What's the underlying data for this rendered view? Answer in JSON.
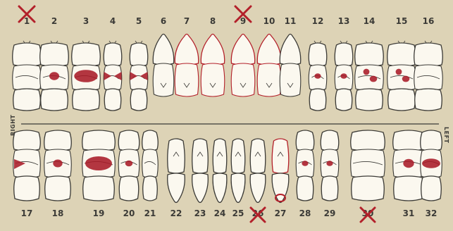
{
  "side_labels": {
    "right": "RIGHT",
    "left": "LEFT"
  },
  "colors": {
    "paper": "#ddd3b6",
    "ink": "#3b3a36",
    "tooth_fill": "#fbf8ef",
    "pencil_red": "#b3202a",
    "filling_red": "#a81a28"
  },
  "upper_teeth": [
    {
      "number": "1",
      "type": "molar",
      "extracted": true,
      "outline_marked": false,
      "filling": "none"
    },
    {
      "number": "2",
      "type": "molar",
      "extracted": false,
      "outline_marked": false,
      "filling": "occlusal"
    },
    {
      "number": "3",
      "type": "molar",
      "extracted": false,
      "outline_marked": false,
      "filling": "large"
    },
    {
      "number": "4",
      "type": "premolar",
      "extracted": false,
      "outline_marked": false,
      "filling": "mesio-occlusal-distal"
    },
    {
      "number": "5",
      "type": "premolar",
      "extracted": false,
      "outline_marked": false,
      "filling": "mesio-occlusal-distal"
    },
    {
      "number": "6",
      "type": "canine",
      "extracted": false,
      "outline_marked": false,
      "filling": "none"
    },
    {
      "number": "7",
      "type": "incisor",
      "extracted": false,
      "outline_marked": true,
      "filling": "none"
    },
    {
      "number": "8",
      "type": "incisor",
      "extracted": false,
      "outline_marked": true,
      "filling": "none"
    },
    {
      "number": "9",
      "type": "incisor",
      "extracted": true,
      "outline_marked": true,
      "filling": "none"
    },
    {
      "number": "10",
      "type": "incisor",
      "extracted": false,
      "outline_marked": true,
      "filling": "none"
    },
    {
      "number": "11",
      "type": "canine",
      "extracted": false,
      "outline_marked": false,
      "filling": "none"
    },
    {
      "number": "12",
      "type": "premolar",
      "extracted": false,
      "outline_marked": false,
      "filling": "occlusal"
    },
    {
      "number": "13",
      "type": "premolar",
      "extracted": false,
      "outline_marked": false,
      "filling": "occlusal"
    },
    {
      "number": "14",
      "type": "molar",
      "extracted": false,
      "outline_marked": false,
      "filling": "multiple"
    },
    {
      "number": "15",
      "type": "molar",
      "extracted": false,
      "outline_marked": false,
      "filling": "multiple"
    },
    {
      "number": "16",
      "type": "molar",
      "extracted": false,
      "outline_marked": false,
      "filling": "none"
    }
  ],
  "lower_teeth": [
    {
      "number": "17",
      "type": "molar",
      "extracted": false,
      "outline_marked": false,
      "filling": "buccal"
    },
    {
      "number": "18",
      "type": "molar",
      "extracted": false,
      "outline_marked": false,
      "filling": "occlusal"
    },
    {
      "number": "19",
      "type": "molar",
      "extracted": false,
      "outline_marked": false,
      "filling": "large"
    },
    {
      "number": "20",
      "type": "premolar",
      "extracted": false,
      "outline_marked": false,
      "filling": "occlusal"
    },
    {
      "number": "21",
      "type": "premolar",
      "extracted": false,
      "outline_marked": false,
      "filling": "none"
    },
    {
      "number": "22",
      "type": "canine",
      "extracted": false,
      "outline_marked": false,
      "filling": "none"
    },
    {
      "number": "23",
      "type": "incisor",
      "extracted": false,
      "outline_marked": false,
      "filling": "none"
    },
    {
      "number": "24",
      "type": "incisor",
      "extracted": false,
      "outline_marked": false,
      "filling": "none"
    },
    {
      "number": "25",
      "type": "incisor",
      "extracted": false,
      "outline_marked": false,
      "filling": "none"
    },
    {
      "number": "26",
      "type": "incisor",
      "extracted": true,
      "outline_marked": false,
      "filling": "none"
    },
    {
      "number": "27",
      "type": "canine",
      "extracted": false,
      "outline_marked": true,
      "filling": "none"
    },
    {
      "number": "28",
      "type": "premolar",
      "extracted": false,
      "outline_marked": false,
      "filling": "occlusal"
    },
    {
      "number": "29",
      "type": "premolar",
      "extracted": false,
      "outline_marked": false,
      "filling": "occlusal"
    },
    {
      "number": "30",
      "type": "molar",
      "extracted": true,
      "outline_marked": false,
      "filling": "none"
    },
    {
      "number": "31",
      "type": "molar",
      "extracted": false,
      "outline_marked": false,
      "filling": "occlusal"
    },
    {
      "number": "32",
      "type": "molar",
      "extracted": false,
      "outline_marked": false,
      "filling": "large"
    }
  ]
}
